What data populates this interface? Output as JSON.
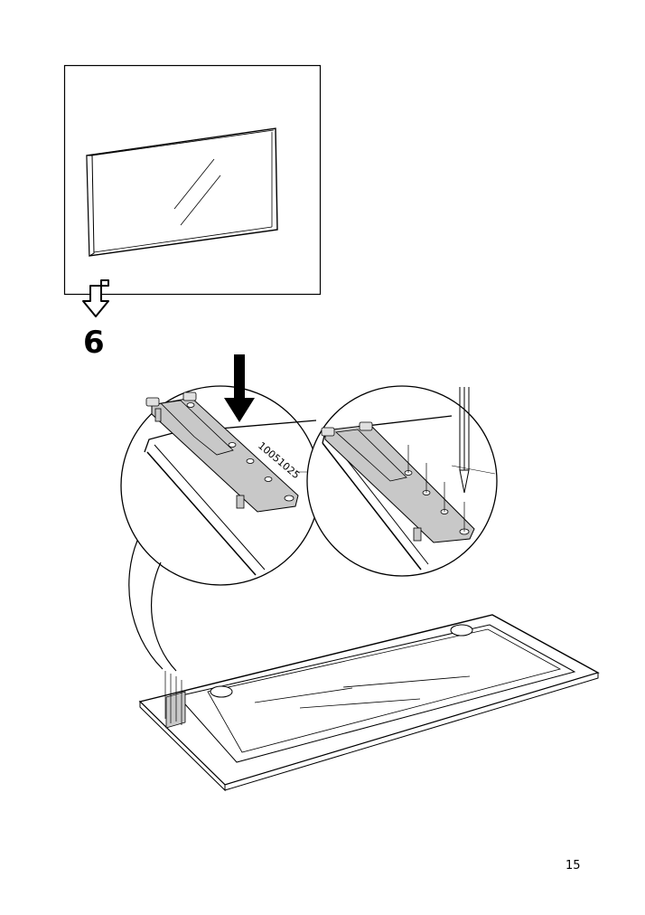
{
  "step": {
    "number": "6"
  },
  "part": {
    "number": "10051025"
  },
  "footer": {
    "page_number": "15"
  },
  "icons": {
    "previous_step_panel": "glass-door-panel-icon",
    "step_arrow": "next-step-arrow-icon",
    "down_arrow": "press-down-arrow-icon",
    "pencil": "pencil-icon",
    "hinge_plate": "hinge-plate-icon"
  }
}
